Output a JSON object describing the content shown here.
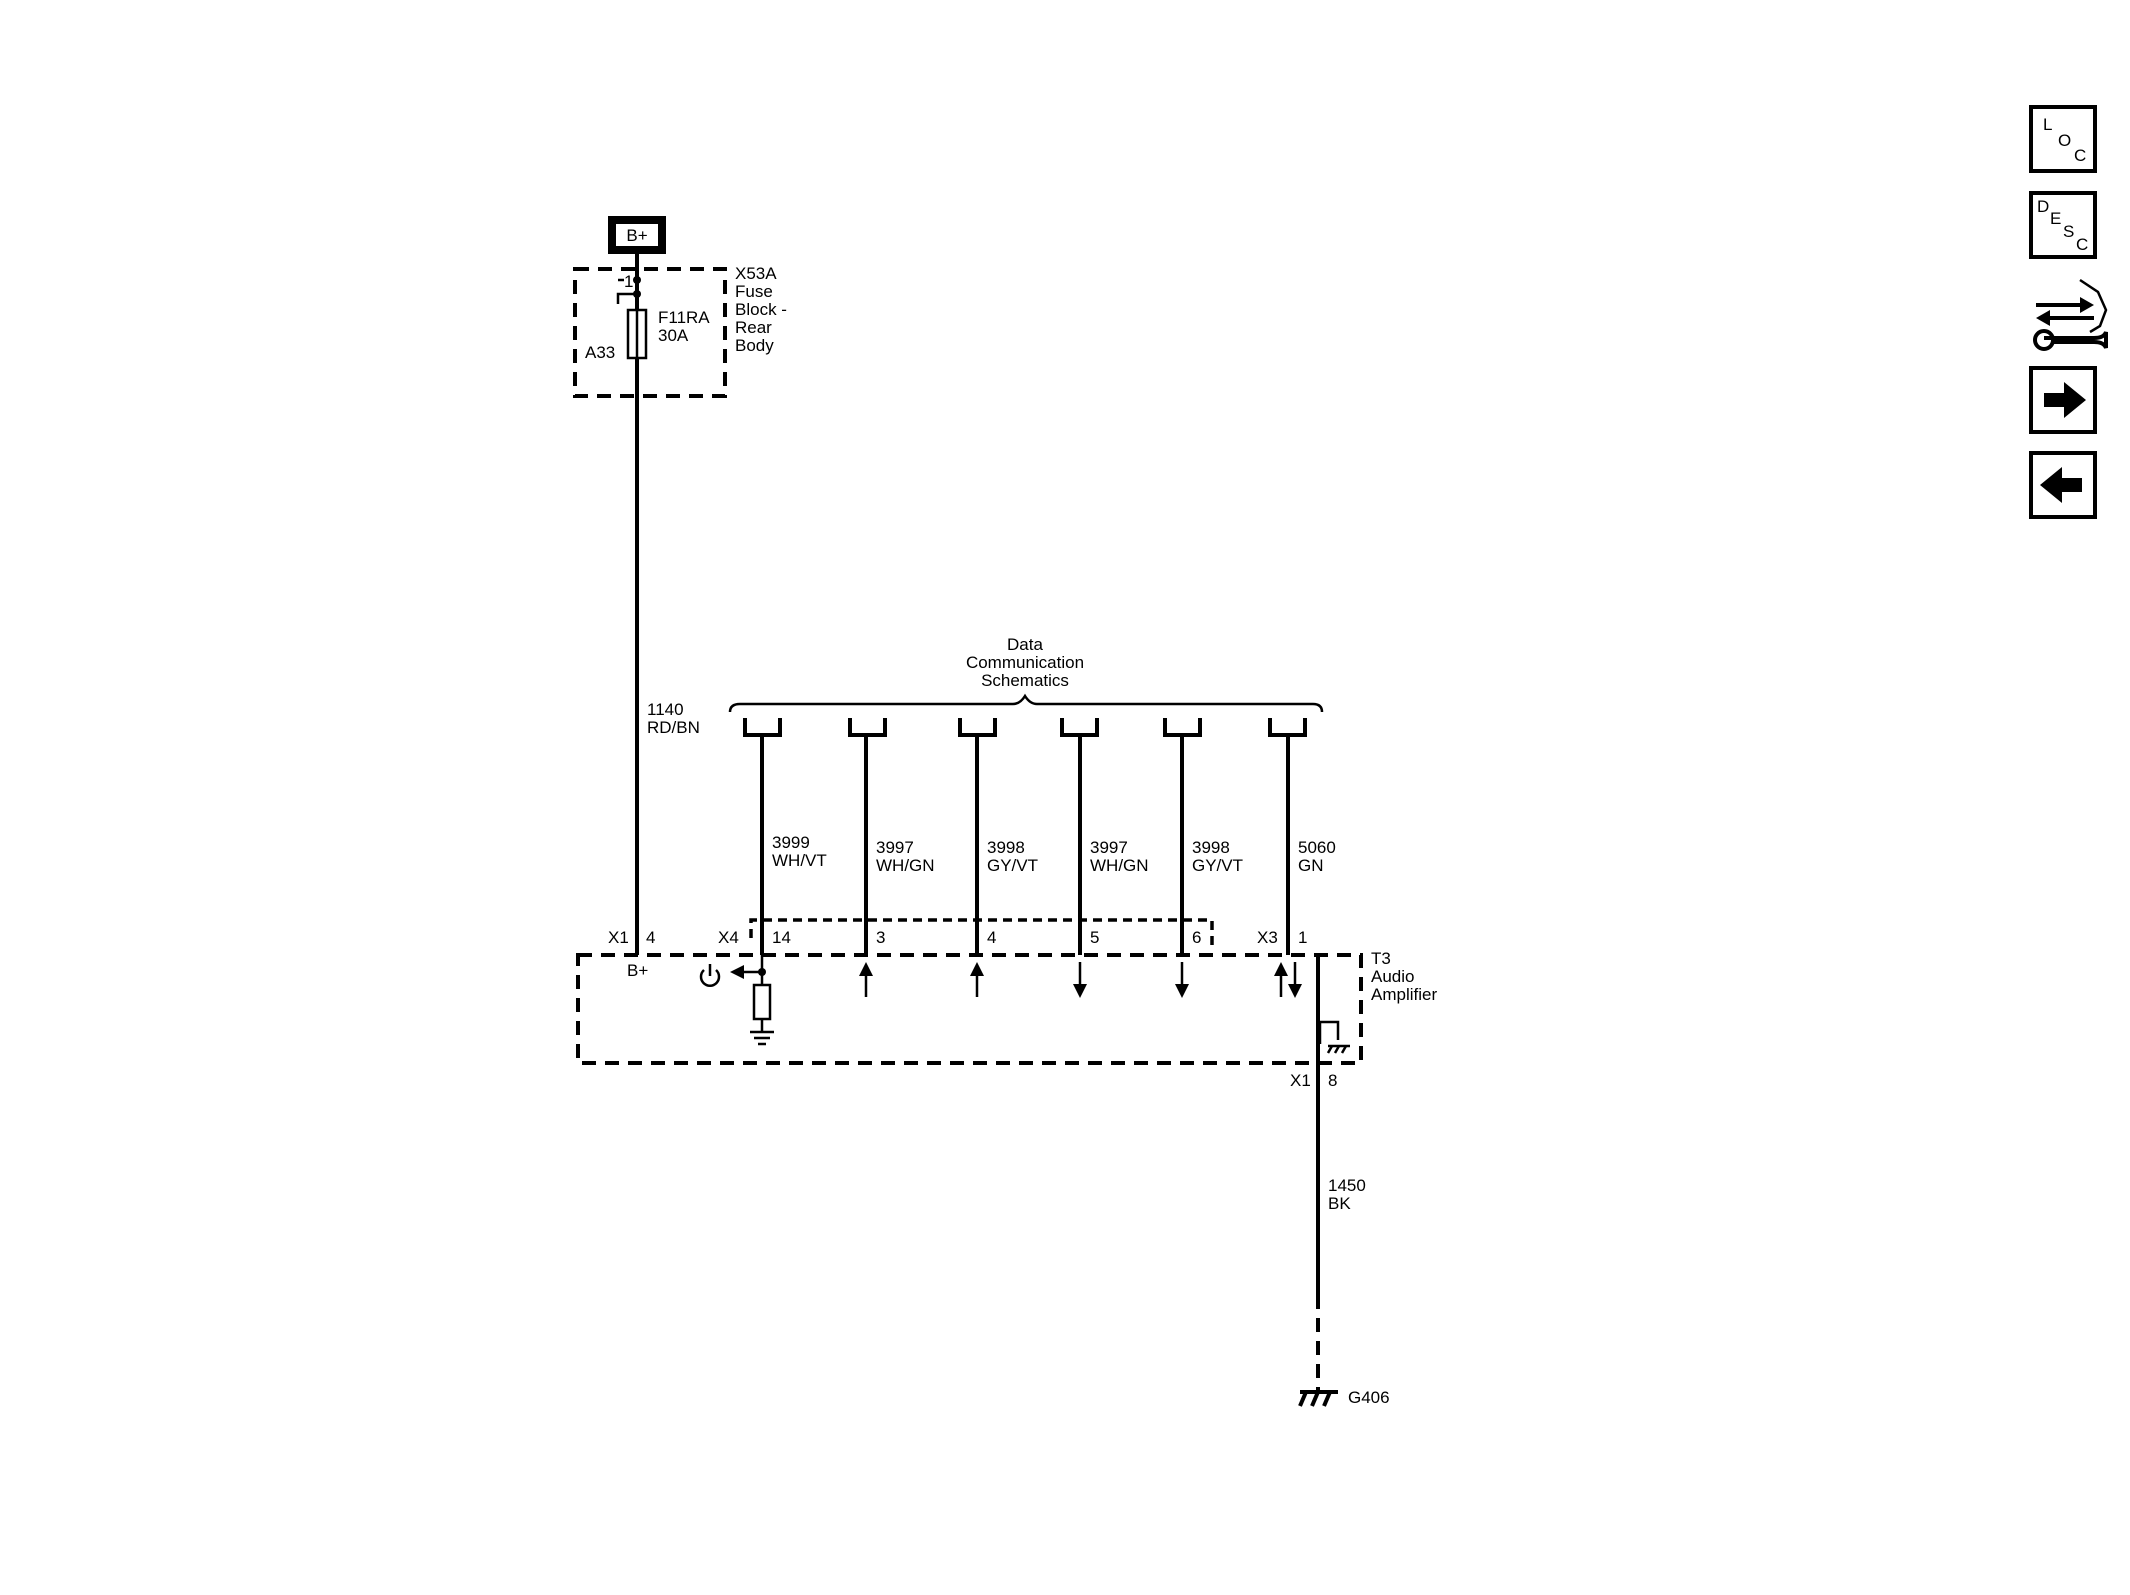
{
  "power_source": {
    "label": "B+"
  },
  "fuse_block": {
    "name_lines": [
      "X53A",
      "Fuse",
      "Block -",
      "Rear",
      "Body"
    ],
    "pin": "1",
    "fuse_id": "F11RA",
    "fuse_rating": "30A",
    "location": "A33"
  },
  "wires": {
    "power": {
      "circuit": "1140",
      "color": "RD/BN"
    },
    "ground": {
      "circuit": "1450",
      "color": "BK"
    },
    "signals": [
      {
        "circuit": "3999",
        "color": "WH/VT"
      },
      {
        "circuit": "3997",
        "color": "WH/GN"
      },
      {
        "circuit": "3998",
        "color": "GY/VT"
      },
      {
        "circuit": "3997",
        "color": "WH/GN"
      },
      {
        "circuit": "3998",
        "color": "GY/VT"
      },
      {
        "circuit": "5060",
        "color": "GN"
      }
    ]
  },
  "data_bus": {
    "label_lines": [
      "Data",
      "Communication",
      "Schematics"
    ]
  },
  "module": {
    "name_lines": [
      "T3",
      "Audio",
      "Amplifier"
    ],
    "power_connector": "X1",
    "power_pin": "4",
    "power_label": "B+",
    "x4_connector": "X4",
    "x4_pins": [
      "14",
      "3",
      "4",
      "5",
      "6"
    ],
    "x3_connector": "X3",
    "x3_pin": "1",
    "ground_connector": "X1",
    "ground_pin": "8"
  },
  "ground": {
    "label": "G406"
  },
  "nav": {
    "loc": [
      "L",
      "O",
      "C"
    ],
    "desc": [
      "D",
      "E",
      "S",
      "C"
    ],
    "icons": [
      "connector-repair-icon",
      "next-page-icon",
      "previous-page-icon"
    ]
  }
}
